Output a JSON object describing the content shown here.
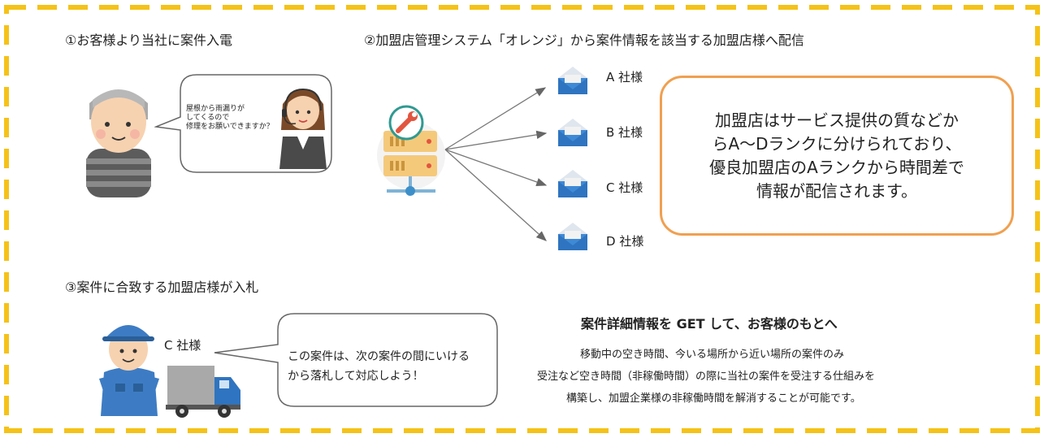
{
  "steps": {
    "step1": "①お客様より当社に案件入電",
    "step2": "②加盟店管理システム「オレンジ」から案件情報を該当する加盟店様へ配信",
    "step3": "③案件に合致する加盟店様が入札"
  },
  "call_bubble": {
    "line1": "屋根から雨漏りが",
    "line2": "してくるので",
    "line3": "修理をお願いできますか？"
  },
  "companies": [
    "A 社様",
    "B 社様",
    "C 社様",
    "D 社様"
  ],
  "rank_note": {
    "line1": "加盟店はサービス提供の質などか",
    "line2": "らA～Dランクに分けられており、",
    "line3": "優良加盟店のAランクから時間差で",
    "line4": "情報が配信されます。"
  },
  "bidder": {
    "company": "C 社様",
    "bubble_line1": "この案件は、次の案件の間にいける",
    "bubble_line2": "から落札して対応しよう！"
  },
  "summary": {
    "title": "案件詳細情報を GET して、お客様のもとへ",
    "line1": "移動中の空き時間、今いる場所から近い場所の案件のみ",
    "line2": "受注など空き時間（非稼働時間）の際に当社の案件を受注する仕組みを",
    "line3": "構築し、加盟企業様の非稼働時間を解消することが可能です。"
  },
  "colors": {
    "frame_dash": "#f5c218",
    "accent_orange": "#f0a050",
    "envelope_blue": "#2f74c0",
    "server_beige": "#f5c97a",
    "arrow_gray": "#777777"
  },
  "icons": [
    "customer-illustration",
    "operator-illustration",
    "server-icon",
    "wrench-icon",
    "envelope-icon",
    "worker-illustration",
    "truck-icon"
  ]
}
